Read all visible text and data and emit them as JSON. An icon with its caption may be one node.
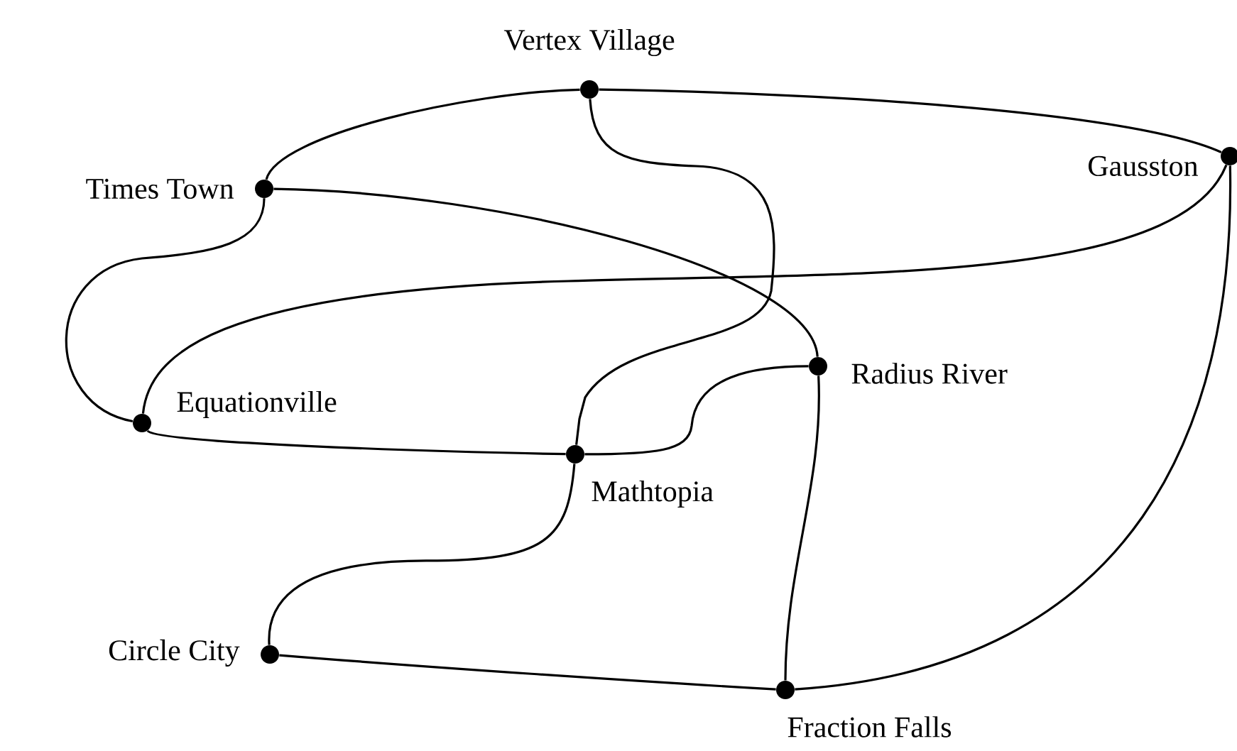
{
  "diagram": {
    "nodes": [
      {
        "text": [
          "Vertex Village"
        ]
      },
      {
        "text": [
          "Times Town"
        ]
      },
      {
        "text": [
          "Gausston"
        ]
      },
      {
        "text": [
          "Radius River"
        ]
      },
      {
        "text": [
          "Equationville"
        ]
      },
      {
        "text": [
          "Mathtopia"
        ]
      },
      {
        "text": [
          "Circle City"
        ]
      },
      {
        "text": [
          "Fraction Falls"
        ]
      }
    ],
    "edges": [
      {
        "from": 0,
        "to": 1,
        "arrow": "none"
      },
      {
        "from": 0,
        "to": 2,
        "arrow": "none"
      },
      {
        "from": 0,
        "to": 5,
        "arrow": "none"
      },
      {
        "from": 1,
        "to": 3,
        "arrow": "none"
      },
      {
        "from": 1,
        "to": 4,
        "arrow": "none"
      },
      {
        "from": 2,
        "to": 4,
        "arrow": "none"
      },
      {
        "from": 2,
        "to": 7,
        "arrow": "none"
      },
      {
        "from": 4,
        "to": 5,
        "arrow": "none"
      },
      {
        "from": 5,
        "to": 3,
        "arrow": "none"
      },
      {
        "from": 5,
        "to": 6,
        "arrow": "none"
      },
      {
        "from": 3,
        "to": 7,
        "arrow": "none"
      },
      {
        "from": 6,
        "to": 7,
        "arrow": "none"
      }
    ]
  }
}
